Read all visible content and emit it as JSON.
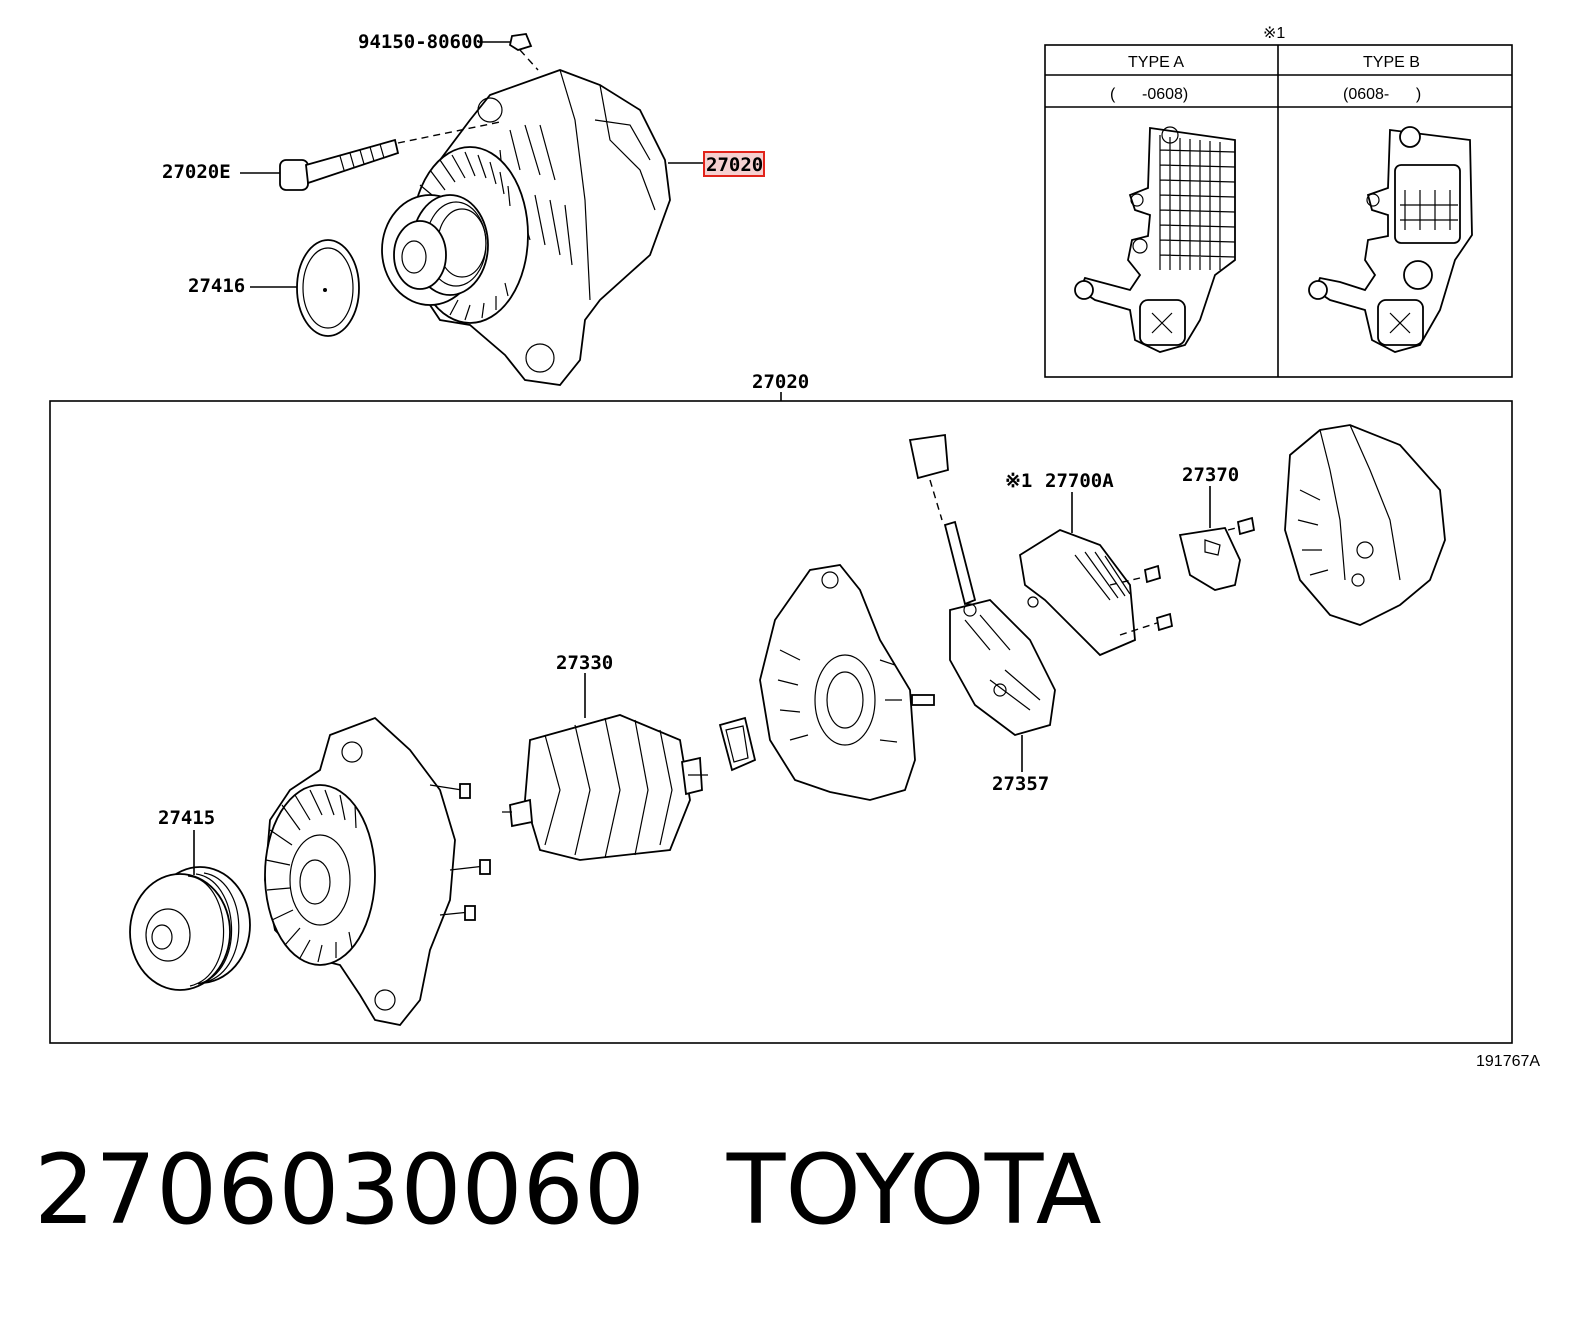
{
  "callouts": {
    "nut": "94150-80600",
    "bolt": "27020E",
    "alternator_top": "27020",
    "plate": "27416",
    "assembly_box": "27020",
    "pulley": "27415",
    "rotor": "27330",
    "brush_holder": "27357",
    "regulator_note": "※1",
    "regulator": "27700A",
    "terminal_cover": "27370"
  },
  "type_table": {
    "note": "※1",
    "type_a": {
      "label": "TYPE A",
      "range": "(      -0608)"
    },
    "type_b": {
      "label": "TYPE B",
      "range": "(0608-      )"
    }
  },
  "illustration_ref": "191767A",
  "caption": {
    "part_number": "2706030060",
    "brand": "TOYOTA"
  },
  "colors": {
    "highlight_fill": "#f6d0d0",
    "highlight_border": "#e2231a",
    "line": "#000000"
  }
}
